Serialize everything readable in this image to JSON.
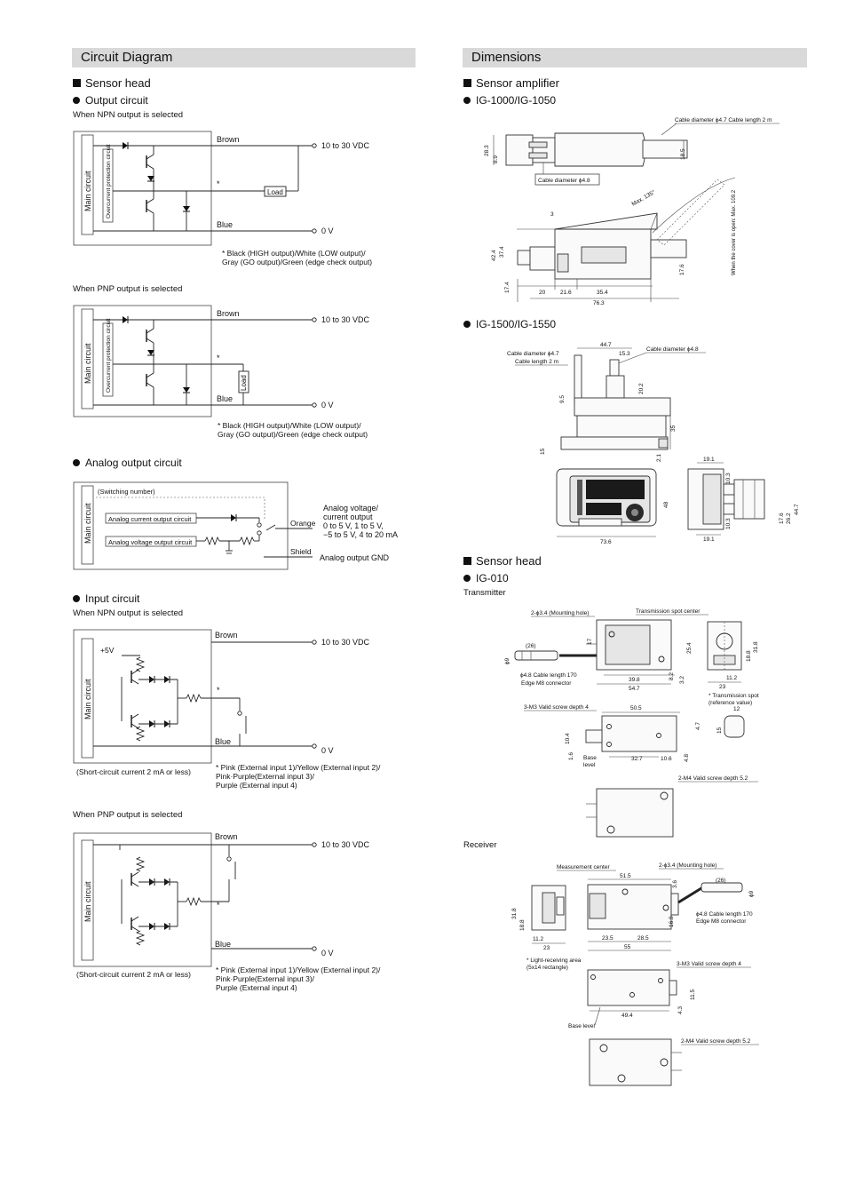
{
  "left": {
    "title": "Circuit Diagram",
    "sensor_head": "Sensor head",
    "output_circuit": "Output circuit",
    "npn_caption": "When NPN output is selected",
    "pnp_caption": "When PNP output is selected",
    "brown": "Brown",
    "blue": "Blue",
    "supply": "10 to 30 VDC",
    "zero_v": "0 V",
    "load": "Load",
    "main_circuit": "Main circuit",
    "overcurrent": "Overcurrent protection circuit",
    "asterisk": "*",
    "output_note_npn": [
      "*  Black (HIGH output)/White (LOW output)/",
      "    Gray (GO output)/Green (edge check output)"
    ],
    "output_note_pnp": [
      "*  Black (HIGH output)/White (LOW output)/",
      "    Gray (GO output)/Green (edge check output)"
    ],
    "analog_title": "Analog output circuit",
    "switching_number": "(Switching number)",
    "analog_current": "Analog current output circuit",
    "analog_voltage": "Analog voltage output circuit",
    "orange": "Orange",
    "shield": "Shield",
    "analog_desc": [
      "Analog voltage/",
      "current output",
      "0 to 5 V, 1 to 5 V,",
      "−5 to 5 V, 4 to 20 mA"
    ],
    "analog_gnd": "Analog output GND",
    "input_title": "Input circuit",
    "input_npn_caption": "When NPN output is selected",
    "input_pnp_caption": "When PNP output is selected",
    "plus5v": "+5V",
    "short_circuit": "(Short-circuit current 2 mA or less)",
    "input_note": [
      "*  Pink (External input 1)/Yellow (External input 2)/",
      "    Pink·Purple(External input 3)/",
      "    Purple (External input 4)"
    ]
  },
  "right": {
    "title": "Dimensions",
    "sensor_amplifier": "Sensor amplifier",
    "ig1000": "IG-1000/IG-1050",
    "ig1500": "IG-1500/IG-1550",
    "sensor_head": "Sensor head",
    "ig010": "IG-010",
    "transmitter": "Transmitter",
    "receiver": "Receiver",
    "a1": {
      "cable_top": "Cable diameter  ϕ4.7 Cable length 2 m",
      "cable_small": "Cable diameter  ϕ4.8",
      "d28_3": "28.3",
      "d8_9": "8.9",
      "d18_5": "18.5",
      "d3": "3",
      "max135": "Max. 135°",
      "cover": "When the cover is open: Max. 109.2",
      "d42_4": "42.4",
      "d37_4": "37.4",
      "d17_4": "17.4",
      "d17_6": "17.6",
      "d20": "20",
      "d21_6": "21.6",
      "d35_4": "35.4",
      "d76_3": "76.3"
    },
    "a2": {
      "cable_l1": "Cable diameter ϕ4.7",
      "cable_l2": "Cable length 2 m",
      "cable_r": "Cable diameter ϕ4.8",
      "d44_7": "44.7",
      "d15_3": "15.3",
      "d20_2": "20.2",
      "d9_5": "9.5",
      "d35": "35",
      "d15": "15",
      "d2_1": "2.1",
      "d48": "48",
      "d73_6": "73.6",
      "d19_1a": "19.1",
      "d19_1b": "19.1",
      "d10_3a": "10.3",
      "d10_3b": "10.3",
      "d17_6": "17.6",
      "d26_2": "26.2",
      "d44_7b": "44.7"
    },
    "tx": {
      "mount": "2-ϕ3.4 (Mounting hole)",
      "spot": "Transmission spot center",
      "d26": "(26)",
      "phi9": "ϕ9",
      "d17": "17",
      "cable": [
        "ϕ4.8 Cable length 170",
        "Edge M8 connector"
      ],
      "d39_8": "39.8",
      "d54_7": "54.7",
      "d3_2": "3.2",
      "d25_4": "25.4",
      "d8_2": "8.2",
      "d11_2": "11.2",
      "d23": "23",
      "d31_8": "31.8",
      "d18_8": "18.8",
      "spot_note": [
        "*  Transmission spot",
        "   (reference value)"
      ],
      "d12": "12",
      "d15": "15",
      "m3": "3-M3 Valid screw depth 4",
      "d50_5": "50.5",
      "d10_4": "10.4",
      "d1_6": "1.6",
      "base": [
        "Base",
        "level"
      ],
      "d32_7": "32.7",
      "d10_6": "10.6",
      "d4_8": "4.8",
      "d4_7": "4.7",
      "m4": "2-M4 Valid screw depth 5.2"
    },
    "rx": {
      "meas": "Measurement center",
      "mount": "2-ϕ3.4 (Mounting hole)",
      "d51_5": "51.5",
      "d3_6": "3.6",
      "d26": "(26)",
      "phi9": "ϕ9",
      "cable": [
        "ϕ4.8 Cable length 170",
        "Edge M8 connector"
      ],
      "d31_8": "31.8",
      "d18_8": "18.8",
      "d11_2": "11.2",
      "d23": "23",
      "d16_9": "16.9",
      "d23_5": "23.5",
      "d28_5": "28.5",
      "d55": "55",
      "light_note": [
        "*  Light-receiving area",
        "   (5x14 rectangle)"
      ],
      "m3": "3-M3 Valid screw depth 4",
      "d49_4": "49.4",
      "d4_3": "4.3",
      "d11_5": "11.5",
      "base": "Base level",
      "m4": "2-M4 Valid screw depth 5.2"
    }
  }
}
